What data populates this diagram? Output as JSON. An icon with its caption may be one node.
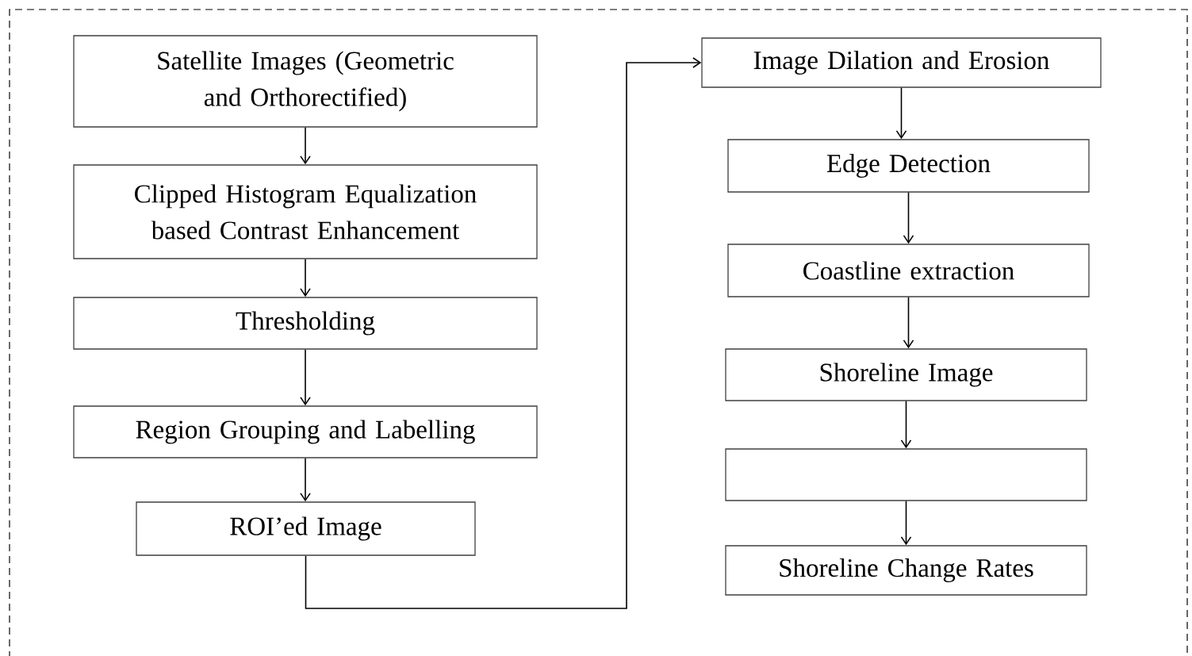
{
  "diagram": {
    "nodes": [
      {
        "text": [
          "Satellite Images (Geometric and Orthorectified)"
        ]
      },
      {
        "text": [
          "Clipped Histogram Equalization based Contrast Enhancement"
        ]
      },
      {
        "text": [
          "Thresholding"
        ]
      },
      {
        "text": [
          "Region Grouping and Labelling"
        ]
      },
      {
        "text": [
          "ROI’ed Image"
        ]
      },
      {
        "text": [
          "Image Dilation and Erosion"
        ]
      },
      {
        "text": [
          "Edge Detection"
        ]
      },
      {
        "text": [
          "Coastline extraction"
        ]
      },
      {
        "text": [
          "Shoreline Image"
        ]
      },
      {
        "text": [],
        "shape": "box"
      },
      {
        "text": [
          "Shoreline Change Rates"
        ]
      }
    ],
    "edges": [
      {
        "from": 0,
        "to": 1,
        "arrow": "to"
      },
      {
        "from": 1,
        "to": 2,
        "arrow": "to"
      },
      {
        "from": 2,
        "to": 3,
        "arrow": "to"
      },
      {
        "from": 3,
        "to": 4,
        "arrow": "to"
      },
      {
        "from": 4,
        "to": 5,
        "arrow": "to"
      },
      {
        "from": 5,
        "to": 6,
        "arrow": "to"
      },
      {
        "from": 6,
        "to": 7,
        "arrow": "to"
      },
      {
        "from": 7,
        "to": 8,
        "arrow": "to"
      },
      {
        "from": 8,
        "to": 9,
        "arrow": "to"
      },
      {
        "from": 9,
        "to": 10,
        "arrow": "to"
      }
    ]
  }
}
